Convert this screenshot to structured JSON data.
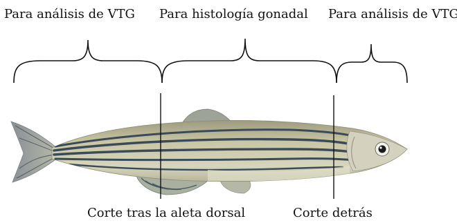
{
  "labels": {
    "top_left": "Para análisis de VTG",
    "top_middle": "Para histología gonadal",
    "top_right": "Para análisis de VTG",
    "cut_dorsal": "Corte tras la aleta dorsal",
    "cut_behind": "Corte detrás"
  },
  "colors": {
    "text": "#111111",
    "lines": "#111111",
    "fish_body": "#c9c6a3",
    "fish_stripe": "#3a4a58",
    "fish_belly": "#dcdcc4"
  },
  "icons": {
    "specimen": "zebrafish-illustration"
  }
}
